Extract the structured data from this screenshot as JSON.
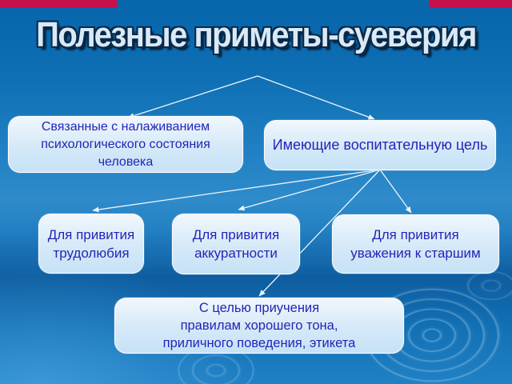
{
  "slide": {
    "title": "Полезные приметы-суеверия",
    "nodes": [
      {
        "id": "psych",
        "text": "Связанные с налаживанием\nпсихологического состояния\nчеловека"
      },
      {
        "id": "edu",
        "text": "Имеющие воспитательную цель"
      },
      {
        "id": "work",
        "text": "Для привития\nтрудолюбия"
      },
      {
        "id": "neat",
        "text": "Для привития\nаккуратности"
      },
      {
        "id": "respect",
        "text": "Для привития\nуважения к старшим"
      },
      {
        "id": "etiquette",
        "text": "С целью приучения\nправилам хорошего тона,\nприличного поведения, этикета"
      }
    ],
    "edges": [
      {
        "from": "title",
        "to": "psych"
      },
      {
        "from": "title",
        "to": "edu"
      },
      {
        "from": "edu",
        "to": "work"
      },
      {
        "from": "edu",
        "to": "neat"
      },
      {
        "from": "edu",
        "to": "respect"
      },
      {
        "from": "edu",
        "to": "etiquette"
      }
    ],
    "colors": {
      "background_blue": "#1373b8",
      "box_fill": "#d9ecf9",
      "box_text": "#2424b8",
      "title_fill": "#d9e9f6",
      "title_outline": "#0a2a4a",
      "arrow": "#ecf5fc",
      "corner_red": "#c8104a"
    }
  }
}
